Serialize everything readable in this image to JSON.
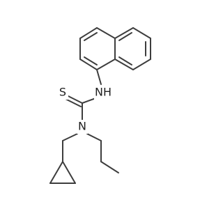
{
  "diagram": {
    "atom_labels": {
      "thione_sulfur": "S",
      "amine_nitrogen_h": "NH",
      "amine_nitrogen": "N"
    },
    "colors": {
      "bond": "#3d3d3d",
      "text": "#1f1f1f",
      "background": "#ffffff"
    }
  }
}
